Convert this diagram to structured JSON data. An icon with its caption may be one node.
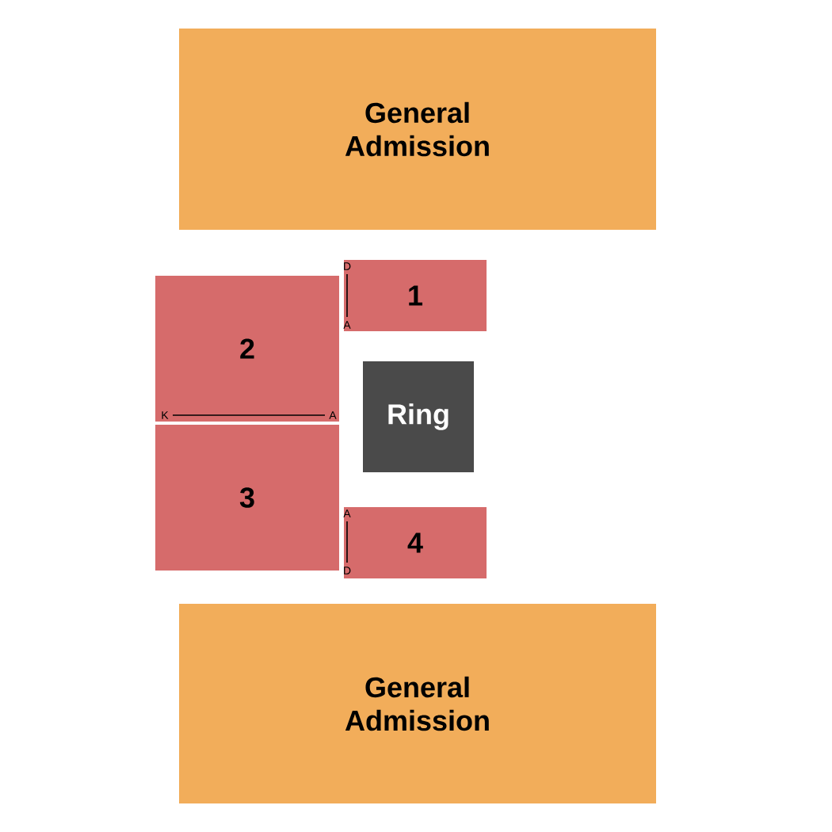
{
  "diagram": {
    "nodes": [
      {
        "text": [
          "General Admission"
        ]
      },
      {
        "text": [
          "1"
        ]
      },
      {
        "text": [
          "2"
        ]
      },
      {
        "text": [
          "Ring"
        ]
      },
      {
        "text": [
          "3"
        ]
      },
      {
        "text": [
          "4"
        ]
      },
      {
        "text": [
          "General Admission"
        ]
      }
    ],
    "labels": [
      "D",
      "A",
      "K",
      "A",
      "A",
      "D"
    ]
  }
}
